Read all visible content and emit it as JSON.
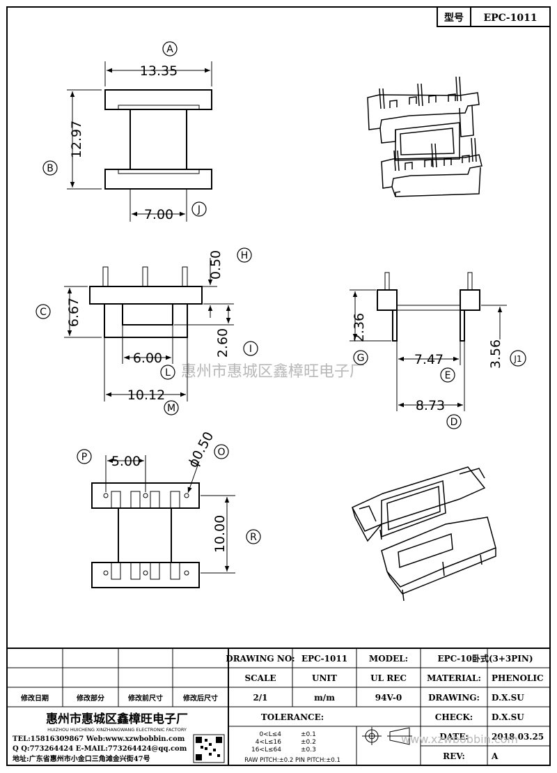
{
  "header": {
    "type_label": "型号",
    "model": "EPC-1011"
  },
  "views": {
    "top": {
      "dim_width": "13.35",
      "dim_height": "12.97",
      "dim_core": "7.00",
      "label_a": "A",
      "label_b": "B",
      "label_j": "J"
    },
    "front": {
      "dim_height": "6.67",
      "dim_pin": "0.50",
      "dim_window": "2.60",
      "dim_inner": "6.00",
      "dim_outer": "10.12",
      "label_c": "C",
      "label_h": "H",
      "label_i": "I",
      "label_l": "L",
      "label_m": "M"
    },
    "side": {
      "dim_height": "2.36",
      "dim_inner": "7.47",
      "dim_outer": "8.73",
      "dim_pinlen": "3.56",
      "label_g": "G",
      "label_e": "E",
      "label_d": "D",
      "label_j1": "J1"
    },
    "bottom": {
      "dim_pitch": "5.00",
      "dim_hole": "ϕ0.50",
      "dim_span": "10.00",
      "label_p": "P",
      "label_o": "O",
      "label_r": "R"
    }
  },
  "watermark": "惠州市惠城区鑫樟旺电子厂",
  "watermark_url": "www.xzwbobbin.com",
  "title_block": {
    "revision_headers": [
      "修改日期",
      "修改部分",
      "修改前尺寸",
      "修改后尺寸"
    ],
    "drawing_no_label": "DRAWING NO:",
    "drawing_no": "EPC-1011",
    "model_label": "MODEL:",
    "model": "EPC-10卧式(3+3PIN)",
    "scale_label": "SCALE",
    "unit_label": "UNIT",
    "ul_label": "UL REC",
    "material_label": "MATERIAL:",
    "material": "PHENOLIC",
    "scale": "2/1",
    "unit": "m/m",
    "ul": "94V-0",
    "drawing_label": "DRAWING:",
    "drawing": "D.X.SU",
    "check_label": "CHECK:",
    "check": "D.X.SU",
    "date_label": "DATE:",
    "date": "2018.03.25",
    "rev_label": "REV:",
    "rev": "A",
    "company_cn": "惠州市惠城区鑫樟旺电子厂",
    "company_en": "HUIZHOU HUICHENG XINZHANGWANG ELECTRONIC FACTORY",
    "tel": "TEL:15816309867 Web:www.xzwbobbin.com",
    "qq": "Q Q:773264424 E-MAIL:773264424@qq.com",
    "address": "地址:广东省惠州市小金口三角滩金兴街47号",
    "tolerance_label": "TOLERANCE:",
    "tolerance_rows": [
      {
        "range": "0<L≤4",
        "tol": "±0.1"
      },
      {
        "range": "4<L≤16",
        "tol": "±0.2"
      },
      {
        "range": "16<L≤64",
        "tol": "±0.3"
      }
    ],
    "pitch_note": "RAW PITCH:±0.2 PIN PITCH:±0.1"
  }
}
